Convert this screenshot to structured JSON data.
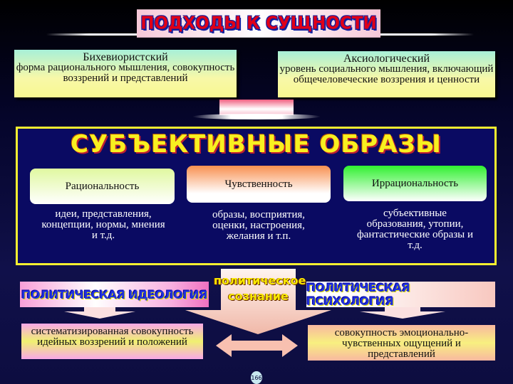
{
  "header": {
    "title": "ПОДХОДЫ К СУЩНОСТИ"
  },
  "approaches": [
    {
      "name": "Бихевиористский",
      "text": "форма рационального мышления, совокупность воззрений и представлений"
    },
    {
      "name": "Аксиологический",
      "text": "уровень социального мышления, включающий общечеловеческие воззрения и ценности"
    }
  ],
  "main": {
    "title": "СУБЪЕКТИВНЫЕ ОБРАЗЫ",
    "categories": [
      {
        "label": "Рациональность",
        "text": "идеи, представления, концепции, нормы, мнения и т.д."
      },
      {
        "label": "Чувственность",
        "text": "образы, восприятия, оценки, настроения, желания и т.п."
      },
      {
        "label": "Иррациональность",
        "text": "субъективные образования, утопии, фантастические образы и т.д."
      }
    ]
  },
  "bottom": {
    "left_label": "ПОЛИТИЧЕСКАЯ ИДЕОЛОГИЯ",
    "center_line1": "политическое",
    "center_line2": "сознание",
    "right_label": "ПОЛИТИЧЕСКАЯ ПСИХОЛОГИЯ",
    "left_text": "систематизированная совокупность идейных воззрений и положений",
    "right_text": "совокупность эмоционально-чувственных ощущений и представлений"
  },
  "page_number": "166"
}
